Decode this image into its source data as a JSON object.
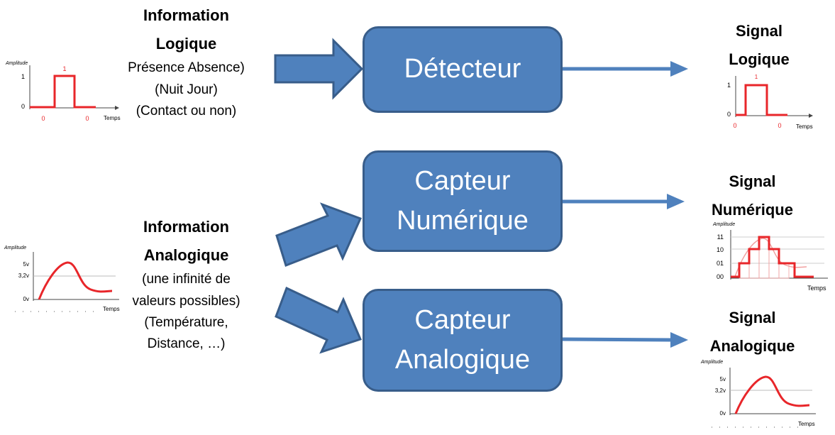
{
  "info_logique": {
    "title_lines": [
      "Information",
      "Logique"
    ],
    "detail_lines": [
      "Présence Absence)",
      "(Nuit Jour)",
      "(Contact ou non)"
    ]
  },
  "info_analogique": {
    "title_lines": [
      "Information",
      "Analogique"
    ],
    "detail_lines": [
      "(une infinité de",
      "valeurs possibles)",
      "(Température,",
      "Distance, …)"
    ]
  },
  "boxes": {
    "detecteur": [
      "Détecteur"
    ],
    "numerique": [
      "Capteur",
      "Numérique"
    ],
    "analogique": [
      "Capteur",
      "Analogique"
    ]
  },
  "outputs": {
    "logique": [
      "Signal",
      "Logique"
    ],
    "numerique": [
      "Signal",
      "Numérique"
    ],
    "analogique": [
      "Signal",
      "Analogique"
    ]
  },
  "graph_labels": {
    "amplitude": "Amplitude",
    "temps": "Temps",
    "logic_y": [
      "1",
      "0"
    ],
    "logic_top": "1",
    "logic_x": [
      "0",
      "0"
    ],
    "analog_y": [
      "5v",
      "3,2v",
      "0v"
    ],
    "digital_y": [
      "11",
      "10",
      "01",
      "00"
    ]
  },
  "colors": {
    "box_fill": "#4f81bd",
    "box_border": "#385d8a",
    "arrow": "#4f81bd",
    "signal": "#e8262a"
  }
}
